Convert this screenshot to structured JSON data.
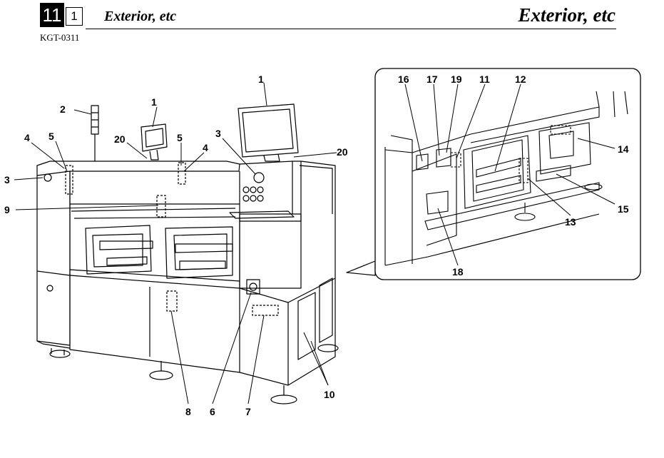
{
  "header": {
    "chapter": "11",
    "section": "1",
    "title_left": "Exterior, etc",
    "title_right": "Exterior, etc",
    "doc_code": "KGT-0311"
  },
  "callouts": {
    "main": [
      "1",
      "2",
      "1",
      "20",
      "3",
      "4",
      "5",
      "5",
      "4",
      "3",
      "20",
      "9",
      "8",
      "6",
      "7",
      "10"
    ],
    "inset": [
      "16",
      "17",
      "19",
      "11",
      "12",
      "14",
      "15",
      "13",
      "18"
    ]
  }
}
